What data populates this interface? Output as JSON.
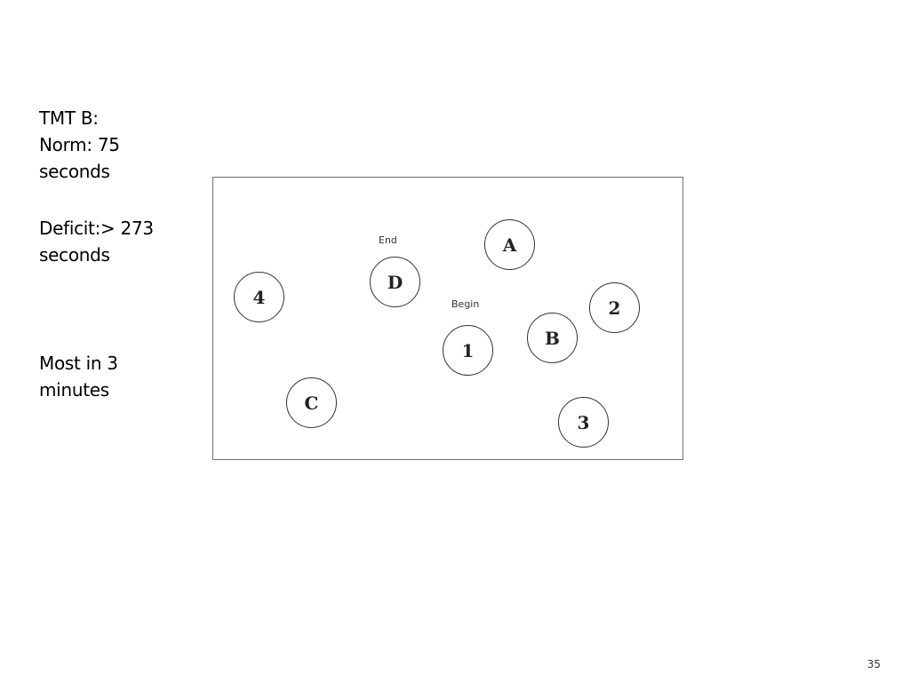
{
  "notes": {
    "line1": "TMT B:",
    "line2": "Norm: 75",
    "line3": "seconds",
    "line4": "Deficit:> 273",
    "line5": "seconds",
    "line6": "Most in 3",
    "line7": "minutes"
  },
  "figure": {
    "end_label": "End",
    "begin_label": "Begin",
    "circles": {
      "a": "A",
      "d": "D",
      "four": "4",
      "two": "2",
      "b": "B",
      "one": "1",
      "c": "C",
      "three": "3"
    }
  },
  "page_number": "35"
}
